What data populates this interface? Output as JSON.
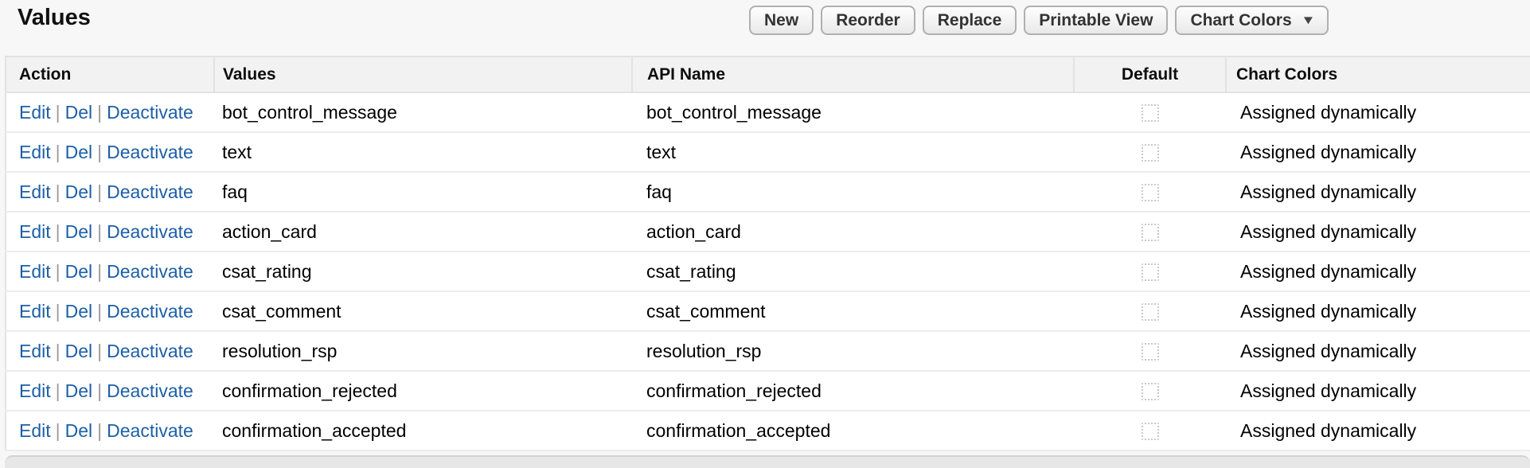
{
  "page": {
    "title": "Values"
  },
  "toolbar": {
    "buttons": [
      {
        "label": "New"
      },
      {
        "label": "Reorder"
      },
      {
        "label": "Replace"
      },
      {
        "label": "Printable View"
      },
      {
        "label": "Chart Colors"
      }
    ],
    "dropdown_icon": "▼"
  },
  "table": {
    "columns": {
      "action": "Action",
      "values": "Values",
      "api_name": "API Name",
      "default": "Default",
      "chart_colors": "Chart Colors"
    },
    "actions": {
      "edit": "Edit",
      "del": "Del",
      "deactivate": "Deactivate",
      "separator": "|"
    },
    "rows": [
      {
        "value": "bot_control_message",
        "api_name": "bot_control_message",
        "default_checked": false,
        "chart_colors": "Assigned dynamically"
      },
      {
        "value": "text",
        "api_name": "text",
        "default_checked": false,
        "chart_colors": "Assigned dynamically"
      },
      {
        "value": "faq",
        "api_name": "faq",
        "default_checked": false,
        "chart_colors": "Assigned dynamically"
      },
      {
        "value": "action_card",
        "api_name": "action_card",
        "default_checked": false,
        "chart_colors": "Assigned dynamically"
      },
      {
        "value": "csat_rating",
        "api_name": "csat_rating",
        "default_checked": false,
        "chart_colors": "Assigned dynamically"
      },
      {
        "value": "csat_comment",
        "api_name": "csat_comment",
        "default_checked": false,
        "chart_colors": "Assigned dynamically"
      },
      {
        "value": "resolution_rsp",
        "api_name": "resolution_rsp",
        "default_checked": false,
        "chart_colors": "Assigned dynamically"
      },
      {
        "value": "confirmation_rejected",
        "api_name": "confirmation_rejected",
        "default_checked": false,
        "chart_colors": "Assigned dynamically"
      },
      {
        "value": "confirmation_accepted",
        "api_name": "confirmation_accepted",
        "default_checked": false,
        "chart_colors": "Assigned dynamically"
      }
    ]
  },
  "colors": {
    "link": "#1d5fa7",
    "page_bg": "#f7f7f7",
    "table_header_bg": "#f2f2f2"
  }
}
